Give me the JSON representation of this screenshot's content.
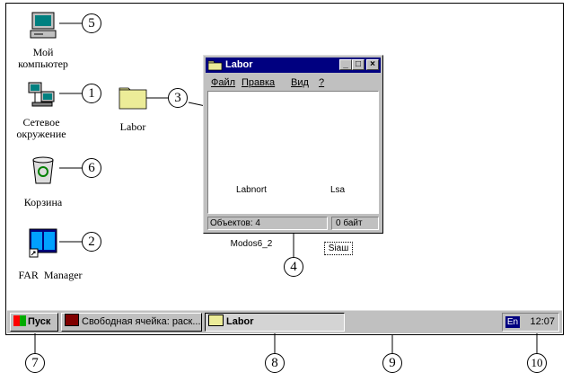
{
  "desktop": {
    "icons": {
      "my_computer": "Мой\nкомпьютер",
      "network": "Сетевое\nокружение",
      "recycle": "Корзина",
      "far": "FAR  Manager",
      "labor": "Labor"
    }
  },
  "window": {
    "title": "Labor",
    "menu": [
      "Файл",
      "Правка",
      "Вид",
      "?"
    ],
    "items": [
      "Labnort",
      "Lsa",
      "Modos6_2",
      "Siaш"
    ],
    "status_objects": "Объектов: 4",
    "status_size": "0 байт"
  },
  "taskbar": {
    "start": "Пуск",
    "task1": "Свободная ячейка: раск...",
    "task2": "Labor",
    "lang": "En",
    "clock": "12:07"
  },
  "callouts": [
    "1",
    "2",
    "3",
    "4",
    "5",
    "6",
    "7",
    "8",
    "9",
    "10"
  ],
  "colors": {
    "folder": "#ecec98",
    "titlebar": "#000080",
    "face": "#c0c0c0"
  }
}
